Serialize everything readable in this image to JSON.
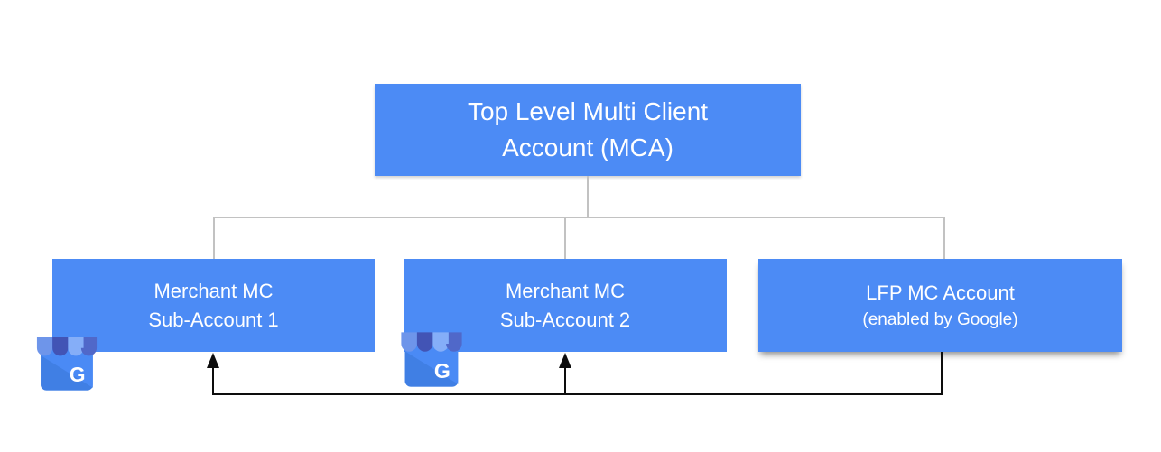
{
  "title": "Merchant Center account hierarchy diagram",
  "colors": {
    "box_blue": "#4C8BF5",
    "connector_gray": "#c2c2c2",
    "arrow_black": "#0d0d0d",
    "box_text": "#ffffff",
    "background": "#ffffff",
    "icon_body_blue": "#4A8AF5",
    "icon_body_shade": "#3E7CE0",
    "icon_stripe_dark": "#4254B5",
    "icon_stripe_light": "#85AEF8",
    "icon_stripe_medium1": "#6E95EA",
    "icon_stripe_medium2": "#5068C9"
  },
  "root_box": {
    "line1": "Top Level Multi Client",
    "line2": "Account (MCA)"
  },
  "sub_boxes": [
    {
      "line1": "Merchant MC",
      "line2": "Sub-Account 1"
    },
    {
      "line1": "Merchant MC",
      "line2": "Sub-Account 2"
    },
    {
      "line1": "LFP MC Account",
      "line2": "(enabled by Google)"
    }
  ],
  "icons": [
    {
      "name": "google-business-profile",
      "letter": "G"
    },
    {
      "name": "google-business-profile",
      "letter": "G"
    }
  ]
}
